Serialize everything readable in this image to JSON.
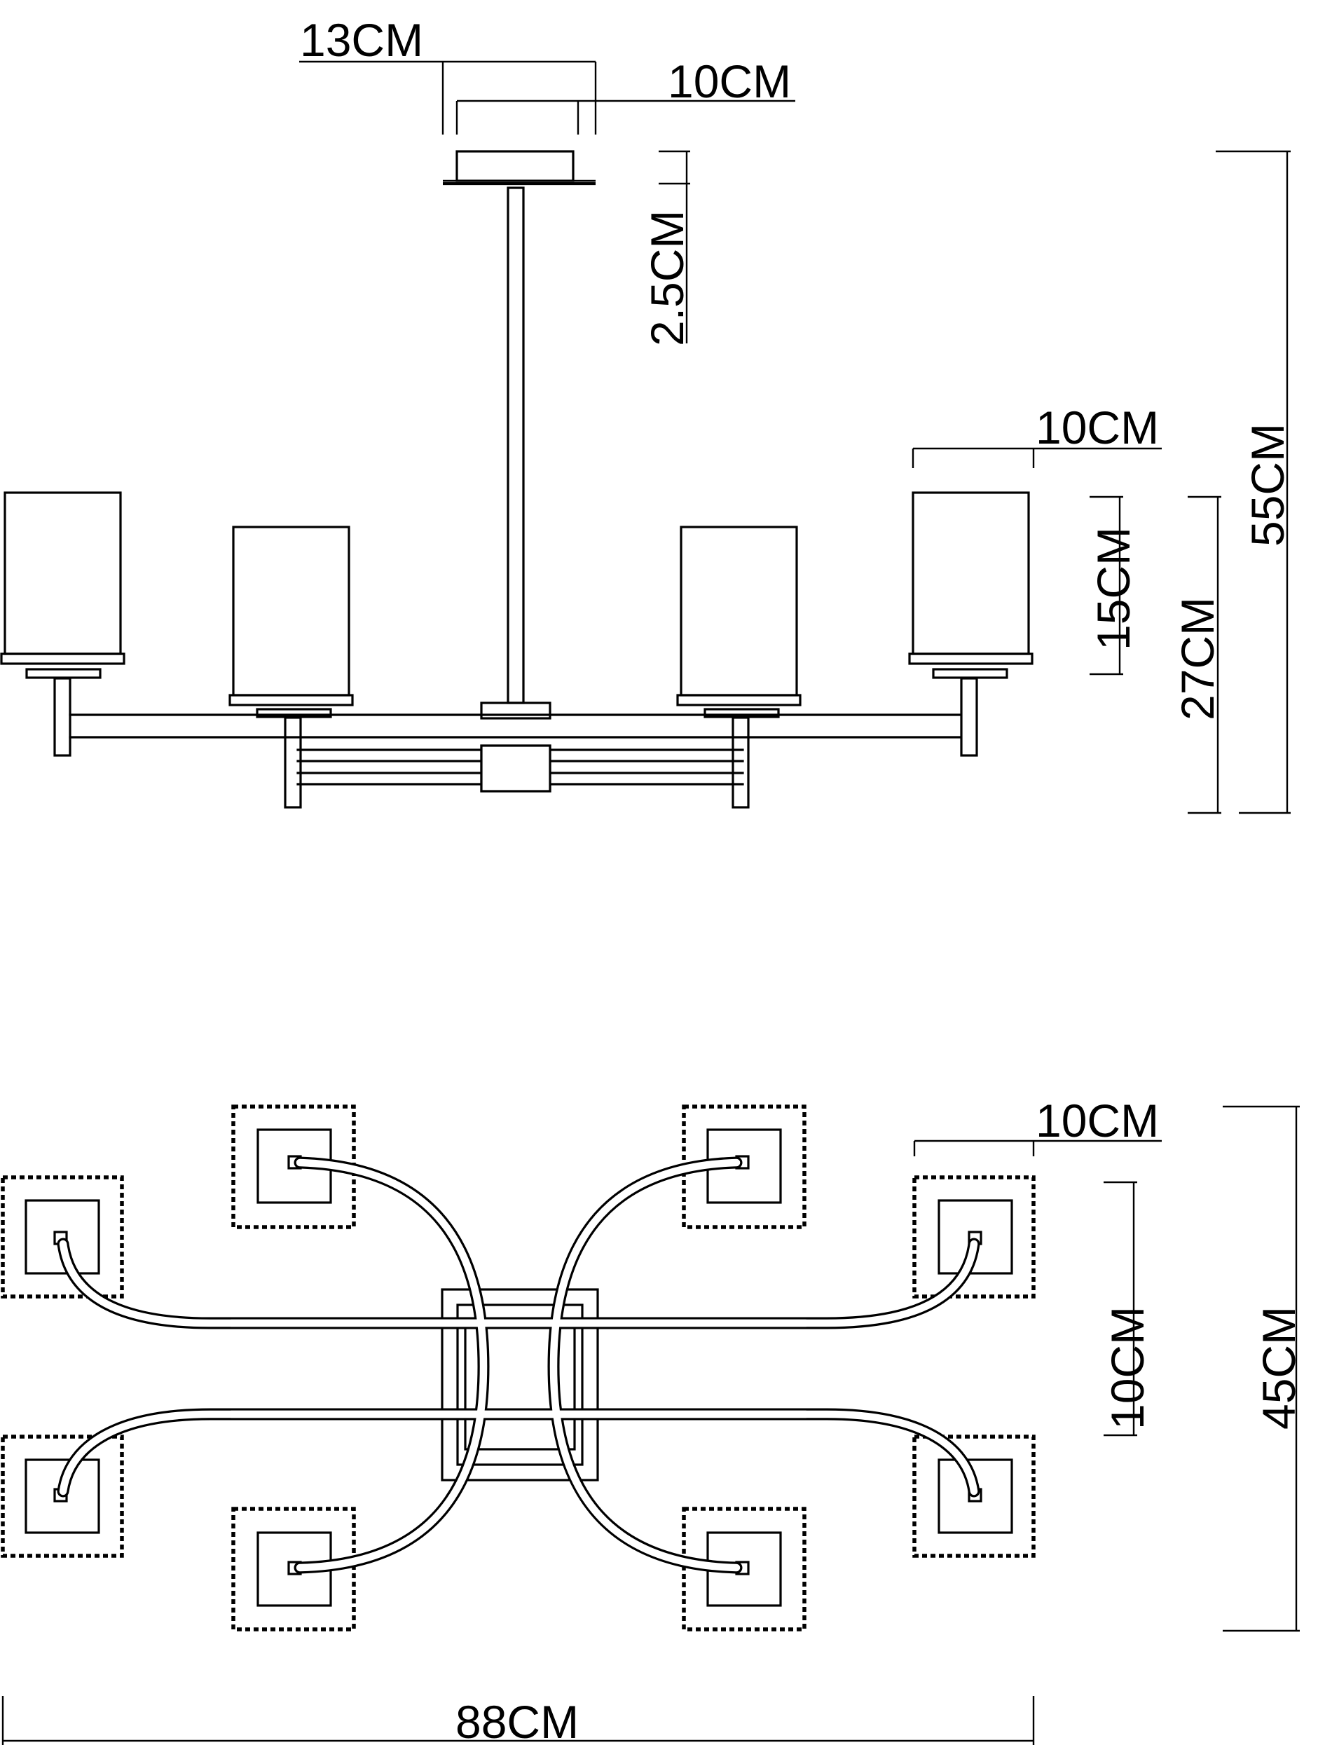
{
  "diagram": {
    "side_view": {
      "canopy_width": "13CM",
      "canopy_inner_width": "10CM",
      "canopy_height": "2.5CM",
      "shade_width": "10CM",
      "shade_height": "15CM",
      "body_height": "27CM",
      "total_height": "55CM"
    },
    "top_view": {
      "shade_width": "10CM",
      "center_span": "10CM",
      "total_depth": "45CM",
      "total_width": "88CM"
    }
  }
}
